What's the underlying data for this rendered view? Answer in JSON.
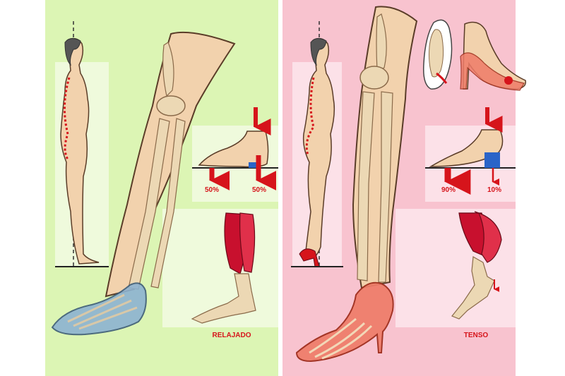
{
  "colors": {
    "left_panel_bg": "#dcf5b4",
    "right_panel_bg": "#f8c3cf",
    "skin": "#f2d2ad",
    "skin_outline": "#5a3c28",
    "bone": "#ecd8b4",
    "arrow_red": "#d6141b",
    "muscle": "#c8102e",
    "flat_shoe": "#8db3d1",
    "heel_shoe": "#ef7c68",
    "support_block": "#2a64c8"
  },
  "left_panel": {
    "icons": [
      "standing-woman-posture-icon",
      "leg-skeleton-icon",
      "flat-shoe-icon",
      "foot-pressure-icon",
      "calf-muscle-icon"
    ],
    "pressure_back": "50%",
    "pressure_front": "50%",
    "state_label": "RELAJADO"
  },
  "right_panel": {
    "icons": [
      "standing-woman-heels-posture-icon",
      "leg-skeleton-icon",
      "high-heel-shoe-icon",
      "foot-xray-icon",
      "foot-pressure-icon",
      "calf-muscle-icon"
    ],
    "pressure_back": "90%",
    "pressure_front": "10%",
    "state_label": "TENSO"
  }
}
